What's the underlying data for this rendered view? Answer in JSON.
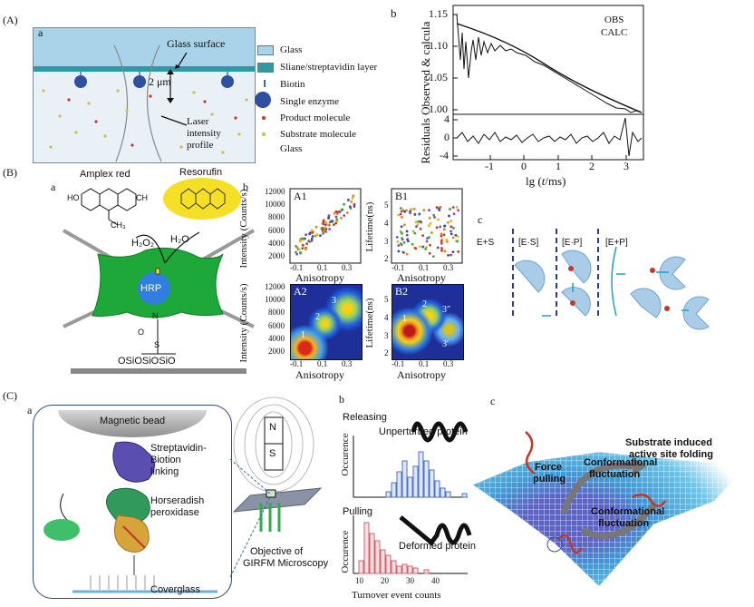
{
  "panelA": {
    "tag": "(A)",
    "sub_a": "a",
    "sub_b": "b",
    "glass_surface": "Glass surface",
    "distance": "2 μm",
    "laser1": "Laser",
    "laser2": "intensity",
    "laser3": "profile",
    "legend": {
      "glass": "Glass",
      "layer": "Sliane/streptavidin layer",
      "biotin": "Biotin",
      "enzyme": "Single enzyme",
      "product": "Product molecule",
      "substrate": "Substrate molecule",
      "glass2": "Glass"
    },
    "colors": {
      "glass": "#a9d3e8",
      "layer": "#2e9aa5",
      "enzyme": "#2f4fa0",
      "product": "#c0392b",
      "substrate": "#c9c24a"
    }
  },
  "panelAb": {
    "ylabel": "Residuals Observed & calcula",
    "xlabel_pre": "lg (",
    "xlabel_var": "t",
    "xlabel_post": "/ms)",
    "legend1": "OBS",
    "legend2": "CALC",
    "yticks_top": [
      "1.15",
      "1.10",
      "1.05",
      "1.00"
    ],
    "yticks_bot": [
      "4",
      "0",
      "-4"
    ],
    "xticks": [
      "-1",
      "0",
      "1",
      "2",
      "3"
    ]
  },
  "panelB": {
    "tag": "(B)",
    "sub_a": "a",
    "sub_b": "b",
    "sub_c": "c",
    "amplex": "Amplex red",
    "resorufin": "Resorufin",
    "h2o2": "H₂O₂",
    "h2o": "H₂O",
    "hrp": "HRP",
    "oh": "HO",
    "ch": "CH",
    "ch3": "CH₃",
    "o": "O",
    "n": "N",
    "s": "S",
    "surface": "OSiOSiOSiO",
    "plots": {
      "A1": {
        "label": "A1",
        "ylabel": "Intensity (Counts/s)",
        "xlabel": "Anisotropy",
        "yticks": [
          "12000",
          "10000",
          "8000",
          "6000",
          "4000",
          "2000"
        ],
        "xticks": [
          "-0.1",
          "0.1",
          "0.3"
        ]
      },
      "B1": {
        "label": "B1",
        "ylabel": "Lifetime(ns)",
        "xlabel": "Anisotropy",
        "yticks": [
          "5",
          "4",
          "3",
          "2"
        ],
        "xticks": [
          "-0.1",
          "0.1",
          "0.3"
        ]
      },
      "A2": {
        "label": "A2",
        "ylabel": "Intensity (Counts/s)",
        "xlabel": "Anisotropy",
        "yticks": [
          "12000",
          "10000",
          "8000",
          "6000",
          "4000",
          "2000"
        ],
        "xticks": [
          "-0.1",
          "0.1",
          "0.3"
        ],
        "peaks": [
          "1",
          "2",
          "3"
        ]
      },
      "B2": {
        "label": "B2",
        "ylabel": "Lifetime(ns)",
        "xlabel": "Anisotropy",
        "yticks": [
          "5",
          "4",
          "3",
          "2"
        ],
        "xticks": [
          "-0.1",
          "0.1",
          "0.3"
        ],
        "peaks": [
          "1",
          "2",
          "3″",
          "3′"
        ]
      }
    },
    "scheme": {
      "es": "E+S",
      "s1": "[E·S]",
      "s2": "[E·P]",
      "s3": "[E+P]"
    }
  },
  "panelC": {
    "tag": "(C)",
    "sub_a": "a",
    "sub_b": "b",
    "sub_c": "c",
    "magnetic": "Magnetic bead",
    "strep1": "Streptavidin-",
    "strep2": "Biotion",
    "strep3": "linking",
    "hrp1": "Horseradish",
    "hrp2": "peroxidase",
    "cover": "Coverglass",
    "n": "N",
    "s": "S",
    "obj1": "Objective of",
    "obj2": "GIRFM Microscopy",
    "releasing": "Releasing",
    "unperturbed": "Unperturbed protein",
    "pulling": "Pulling",
    "deformed": "Deformed protein",
    "occurence": "Occurence",
    "xlabel": "Turnover event counts",
    "xticks": [
      "10",
      "20",
      "30",
      "40"
    ],
    "land1": "Substrate induced",
    "land2": "active site folding",
    "force1": "Force",
    "force2": "pulling",
    "conf1": "Conformational",
    "conf2": "fluctuation"
  }
}
